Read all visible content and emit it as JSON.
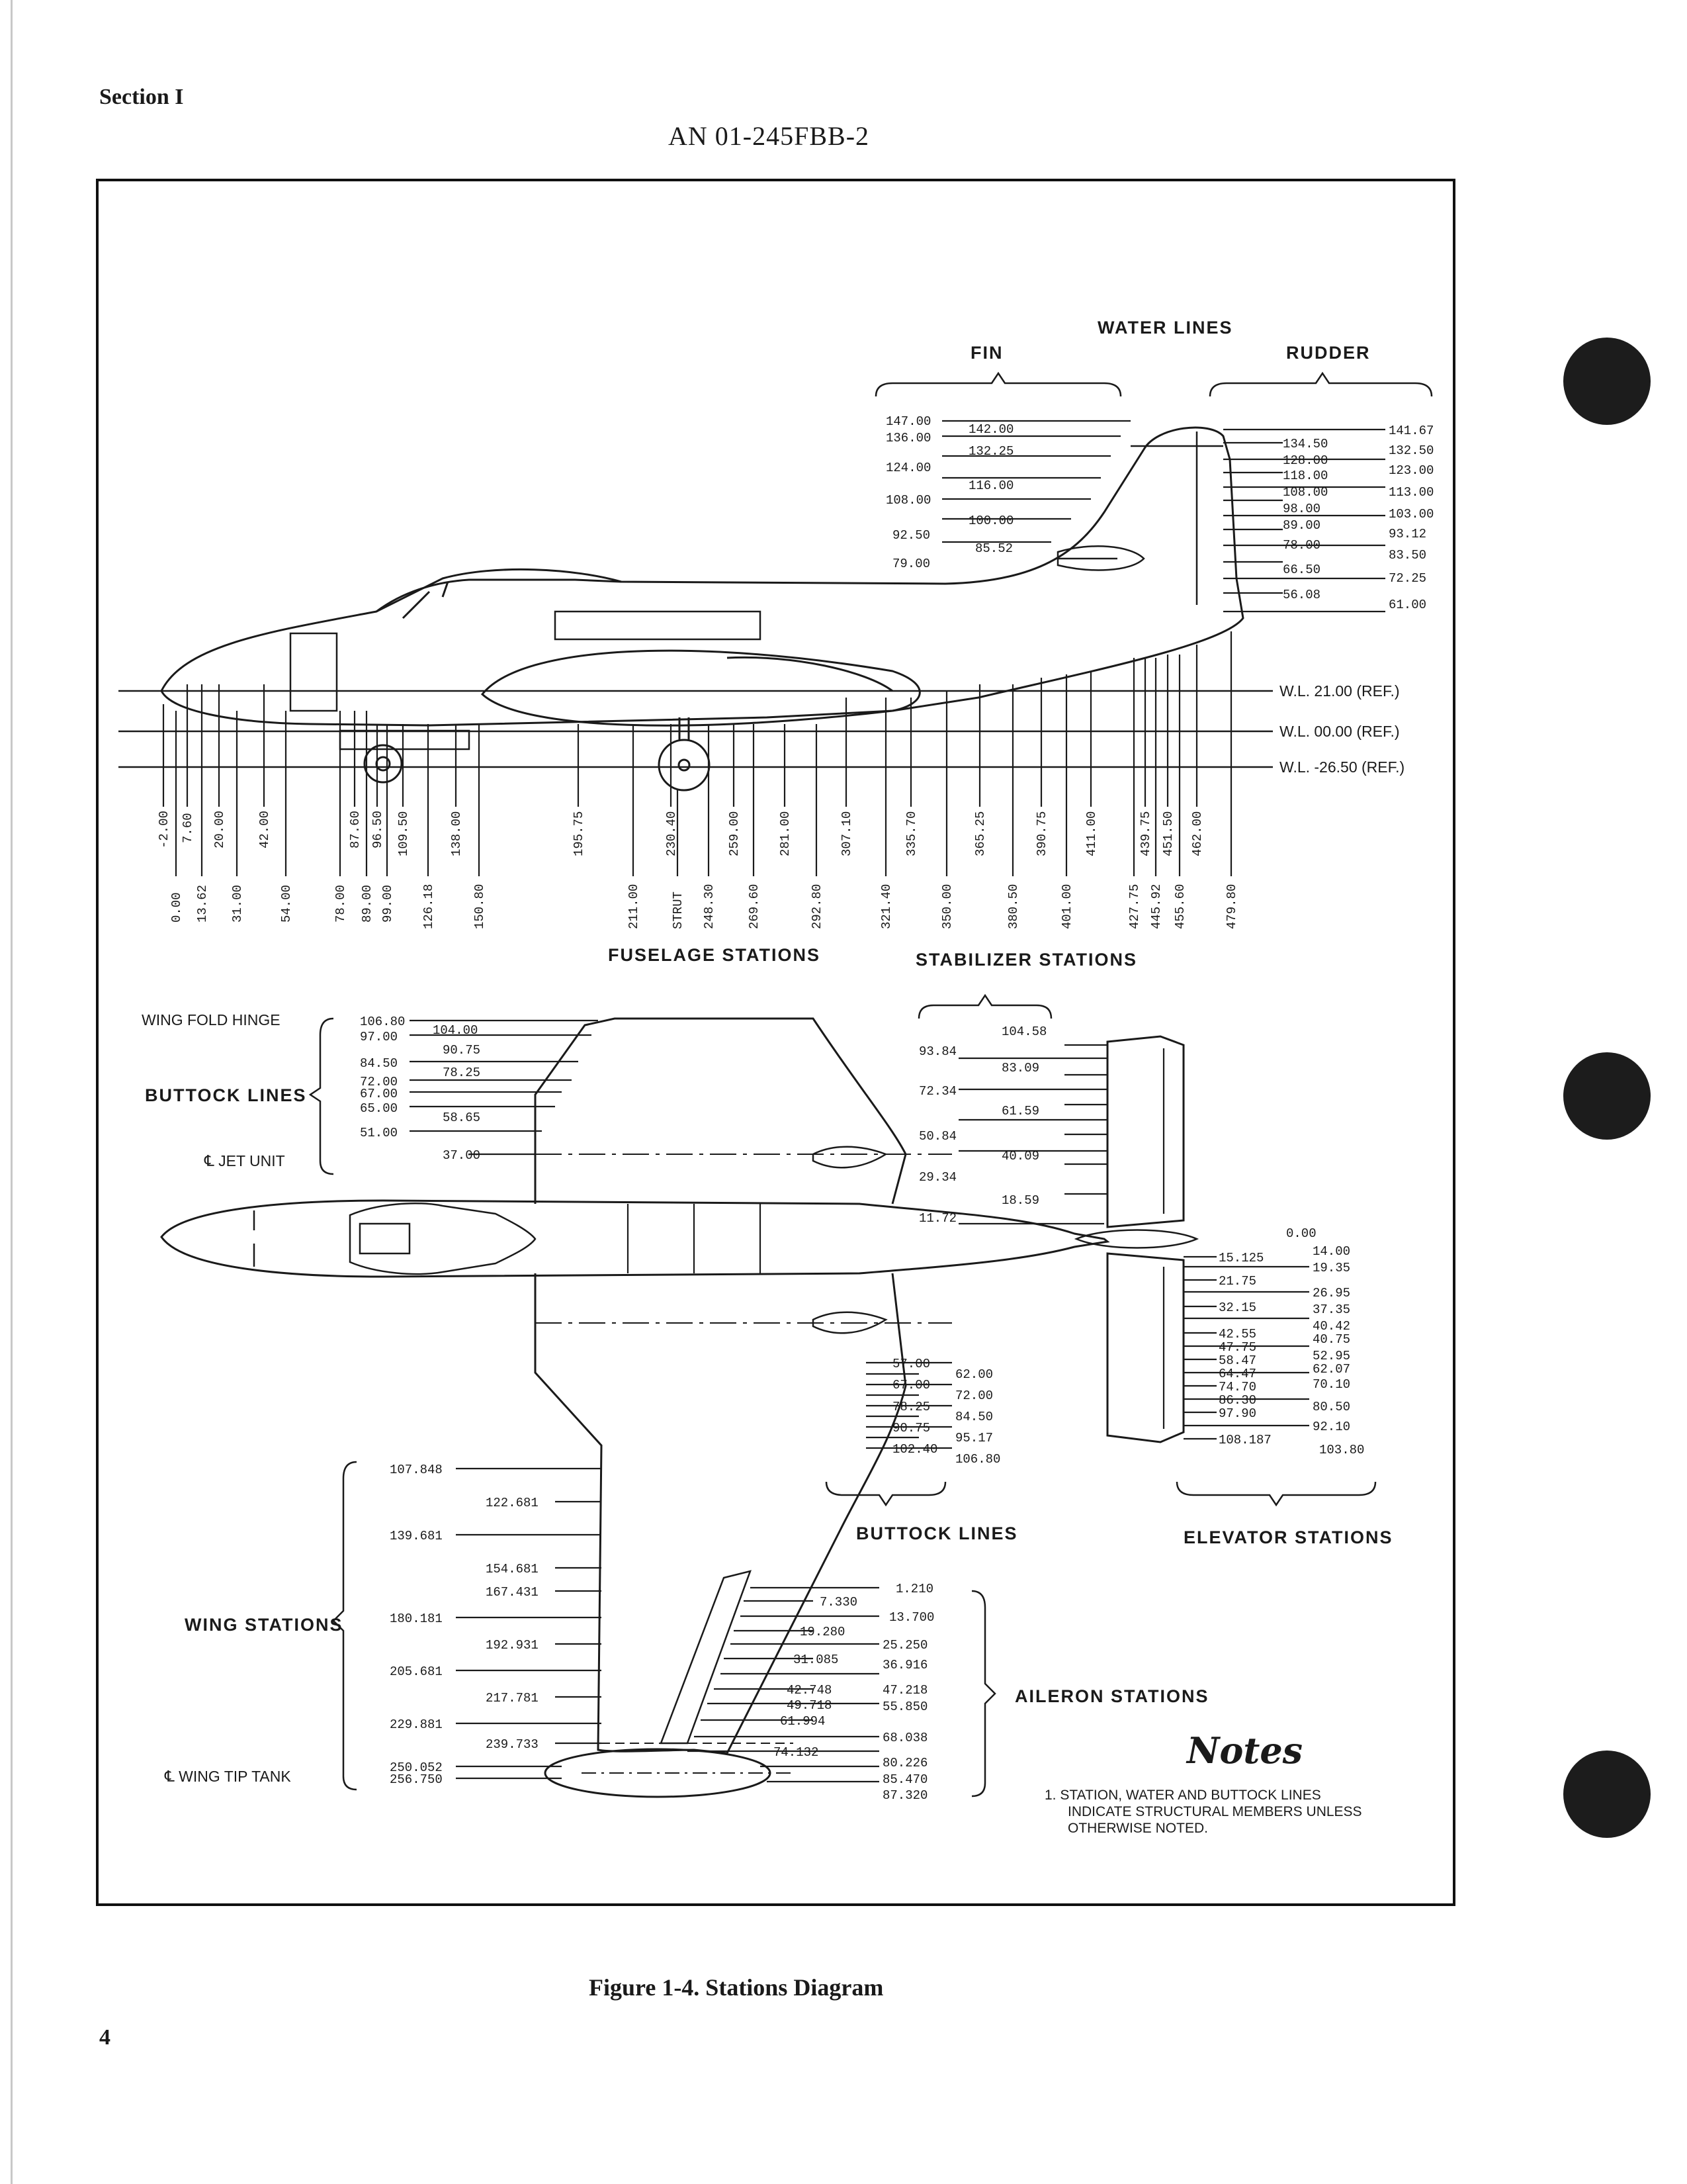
{
  "header": {
    "section": "Section I",
    "doc_number": "AN 01-245FBB-2"
  },
  "figure": {
    "caption": "Figure 1-4.  Stations Diagram"
  },
  "page_number": "4",
  "side_view": {
    "water_lines_title": "WATER LINES",
    "fin_title": "FIN",
    "rudder_title": "RUDDER",
    "fin_left_labels": [
      "147.00",
      "136.00",
      "124.00",
      "108.00",
      "92.50",
      "79.00"
    ],
    "fin_right_labels": [
      "142.00",
      "132.25",
      "116.00",
      "100.00",
      "85.52"
    ],
    "rudder_inner_labels": [
      "134.50",
      "128.00",
      "118.00",
      "108.00",
      "98.00",
      "89.00",
      "78.00",
      "66.50",
      "56.08"
    ],
    "rudder_outer_labels": [
      "141.67",
      "132.50",
      "123.00",
      "113.00",
      "103.00",
      "93.12",
      "83.50",
      "72.25",
      "61.00"
    ],
    "waterlines_ref": [
      "W.L. 21.00 (REF.)",
      "W.L. 00.00 (REF.)",
      "W.L. -26.50 (REF.)"
    ],
    "fuselage_upper": [
      "-2.00",
      "7.60",
      "20.00",
      "42.00",
      "87.60",
      "96.50",
      "109.50",
      "138.00",
      "195.75",
      "230.40",
      "259.00",
      "281.00",
      "307.10",
      "335.70",
      "365.25",
      "390.75",
      "411.00",
      "439.75",
      "451.50",
      "462.00"
    ],
    "fuselage_lower": [
      "0.00",
      "13.62",
      "31.00",
      "54.00",
      "78.00",
      "89.00",
      "99.00",
      "126.18",
      "150.80",
      "211.00",
      "STRUT",
      "248.30",
      "269.60",
      "292.80",
      "321.40",
      "350.00",
      "380.50",
      "401.00",
      "427.75",
      "445.92",
      "455.60",
      "479.80"
    ],
    "fuselage_title": "FUSELAGE STATIONS"
  },
  "plan_view": {
    "stabilizer_title": "STABILIZER STATIONS",
    "stab_right": [
      "104.58",
      "83.09",
      "61.59",
      "40.09",
      "18.59"
    ],
    "stab_left": [
      "93.84",
      "72.34",
      "50.84",
      "29.34",
      "11.72"
    ],
    "wing_fold_hinge": "WING FOLD HINGE",
    "buttock_lines_title": "BUTTOCK LINES",
    "jet_unit": "℄ JET UNIT",
    "buttock_outer": [
      "106.80",
      "97.00",
      "84.50",
      "72.00",
      "67.00",
      "65.00",
      "51.00"
    ],
    "buttock_inner": [
      "104.00",
      "90.75",
      "78.25",
      "58.65",
      "37.00"
    ],
    "elevator_inner": [
      "0.00",
      "15.125",
      "21.75",
      "32.15",
      "42.55",
      "47.75",
      "58.47",
      "64.47",
      "74.70",
      "86.30",
      "97.90",
      "108.187"
    ],
    "elevator_outer": [
      "14.00",
      "19.35",
      "26.95",
      "37.35",
      "40.42",
      "40.75",
      "52.95",
      "62.07",
      "70.10",
      "80.50",
      "92.10",
      "103.80"
    ],
    "elevator_title": "ELEVATOR STATIONS",
    "buttock_lower_left": [
      "57.00",
      "67.00",
      "78.25",
      "90.75",
      "102.40"
    ],
    "buttock_lower_right": [
      "62.00",
      "72.00",
      "84.50",
      "95.17",
      "106.80"
    ],
    "buttock_lower_title": "BUTTOCK LINES",
    "wing_stations_title": "WING STATIONS",
    "wing_left": [
      "107.848",
      "139.681",
      "180.181",
      "205.681",
      "229.881",
      "250.052",
      "256.750"
    ],
    "wing_right": [
      "122.681",
      "154.681",
      "167.431",
      "192.931",
      "217.781",
      "239.733"
    ],
    "wing_tip_tank": "℄ WING TIP TANK",
    "aileron_left": [
      "7.330",
      "19.280",
      "31.085",
      "42.748",
      "49.718",
      "61.994",
      "74.132"
    ],
    "aileron_right": [
      "1.210",
      "13.700",
      "25.250",
      "36.916",
      "47.218",
      "55.850",
      "68.038",
      "80.226",
      "85.470",
      "87.320"
    ],
    "aileron_title": "AILERON STATIONS"
  },
  "notes": {
    "title": "Notes",
    "lines": [
      "1.  STATION, WATER AND BUTTOCK LINES",
      "INDICATE STRUCTURAL MEMBERS UNLESS",
      "OTHERWISE NOTED."
    ]
  }
}
